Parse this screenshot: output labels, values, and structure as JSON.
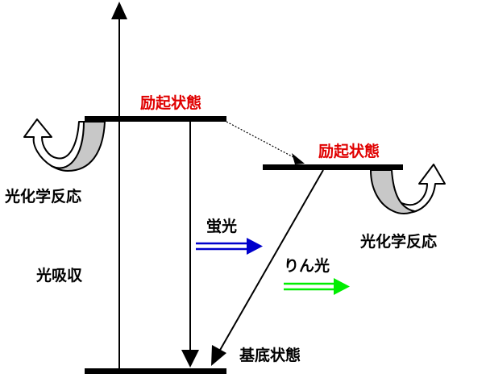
{
  "labels": {
    "excited_state_1": "励起状態",
    "excited_state_2": "励起状態",
    "photochem_left": "光化学反応",
    "photochem_right": "光化学反応",
    "absorption": "光吸収",
    "fluorescence": "蛍光",
    "phosphorescence": "りん光",
    "ground_state": "基底状態"
  },
  "colors": {
    "excited_label": "#e00000",
    "text": "#000000",
    "fluorescence_arrow": "#0000cc",
    "phosphorescence_arrow": "#00ee00",
    "reaction_arrow_fill": "#c8c8c8"
  }
}
